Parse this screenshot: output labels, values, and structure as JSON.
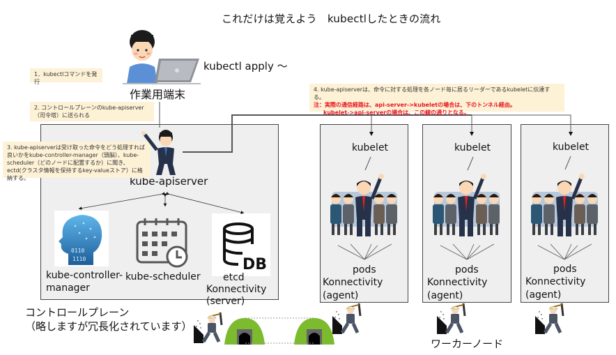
{
  "title": "これだけは覚えよう　kubectlしたときの流れ",
  "operator": {
    "command_text": "kubectl apply 〜",
    "terminal_label": "作業用端末"
  },
  "notes": {
    "step1": "1．kubectlコマンドを発行",
    "step2": "2. コントロールプレーンのkube-apiserver（司令塔）に送られる",
    "step3": "3. kube-apiserverは受け取った命令をどう処理すれば良いかをkube-controller-manager（頭脳）、kube-scheduler（どのノードに配置するか）に聞き、ectd(クラスタ情報を保持するkey-valueストア）に格納する。",
    "step4": "4. kube-apiserverは、命令に対する処理を各ノード毎に居るリーダーであるkubeletに伝達する。",
    "step4_warn1": "注：実際の通信経路は、api-server->kubeletの場合は、下のトンネル経由。",
    "step4_warn2": "kubelet->api-serverの場合は、この線の通りとなる。"
  },
  "control_plane": {
    "apiserver_label": "kube-apiserver",
    "components": [
      {
        "name": "kube-controller-manager",
        "line1": "kube-controller-",
        "line2": "manager",
        "icon": "brain-ai-icon"
      },
      {
        "name": "kube-scheduler",
        "line1": "kube-scheduler",
        "icon": "calendar-clock-icon"
      },
      {
        "name": "etcd",
        "line1": "etcd",
        "line2": "Konnectivity",
        "line3": "(server)",
        "icon": "database-icon",
        "icon_text": "DB"
      }
    ],
    "caption_line1": "コントロールプレーン",
    "caption_line2": "（略しますが冗長化されています）"
  },
  "worker_nodes": {
    "nodes": [
      {
        "kubelet": "kubelet",
        "pods": "pods",
        "konn": "Konnectivity",
        "agent": "(agent)"
      },
      {
        "kubelet": "kubelet",
        "pods": "pods",
        "konn": "Konnectivity",
        "agent": "(agent)"
      },
      {
        "kubelet": "kubelet",
        "pods": "pods",
        "konn": "Konnectivity",
        "agent": "(agent)"
      }
    ],
    "caption": "ワーカーノード"
  },
  "colors": {
    "note_bg": "#fdf1d6",
    "warn_red": "#e8141b",
    "box_bg": "#efefef",
    "tunnel_green": "#7cbb2e"
  }
}
